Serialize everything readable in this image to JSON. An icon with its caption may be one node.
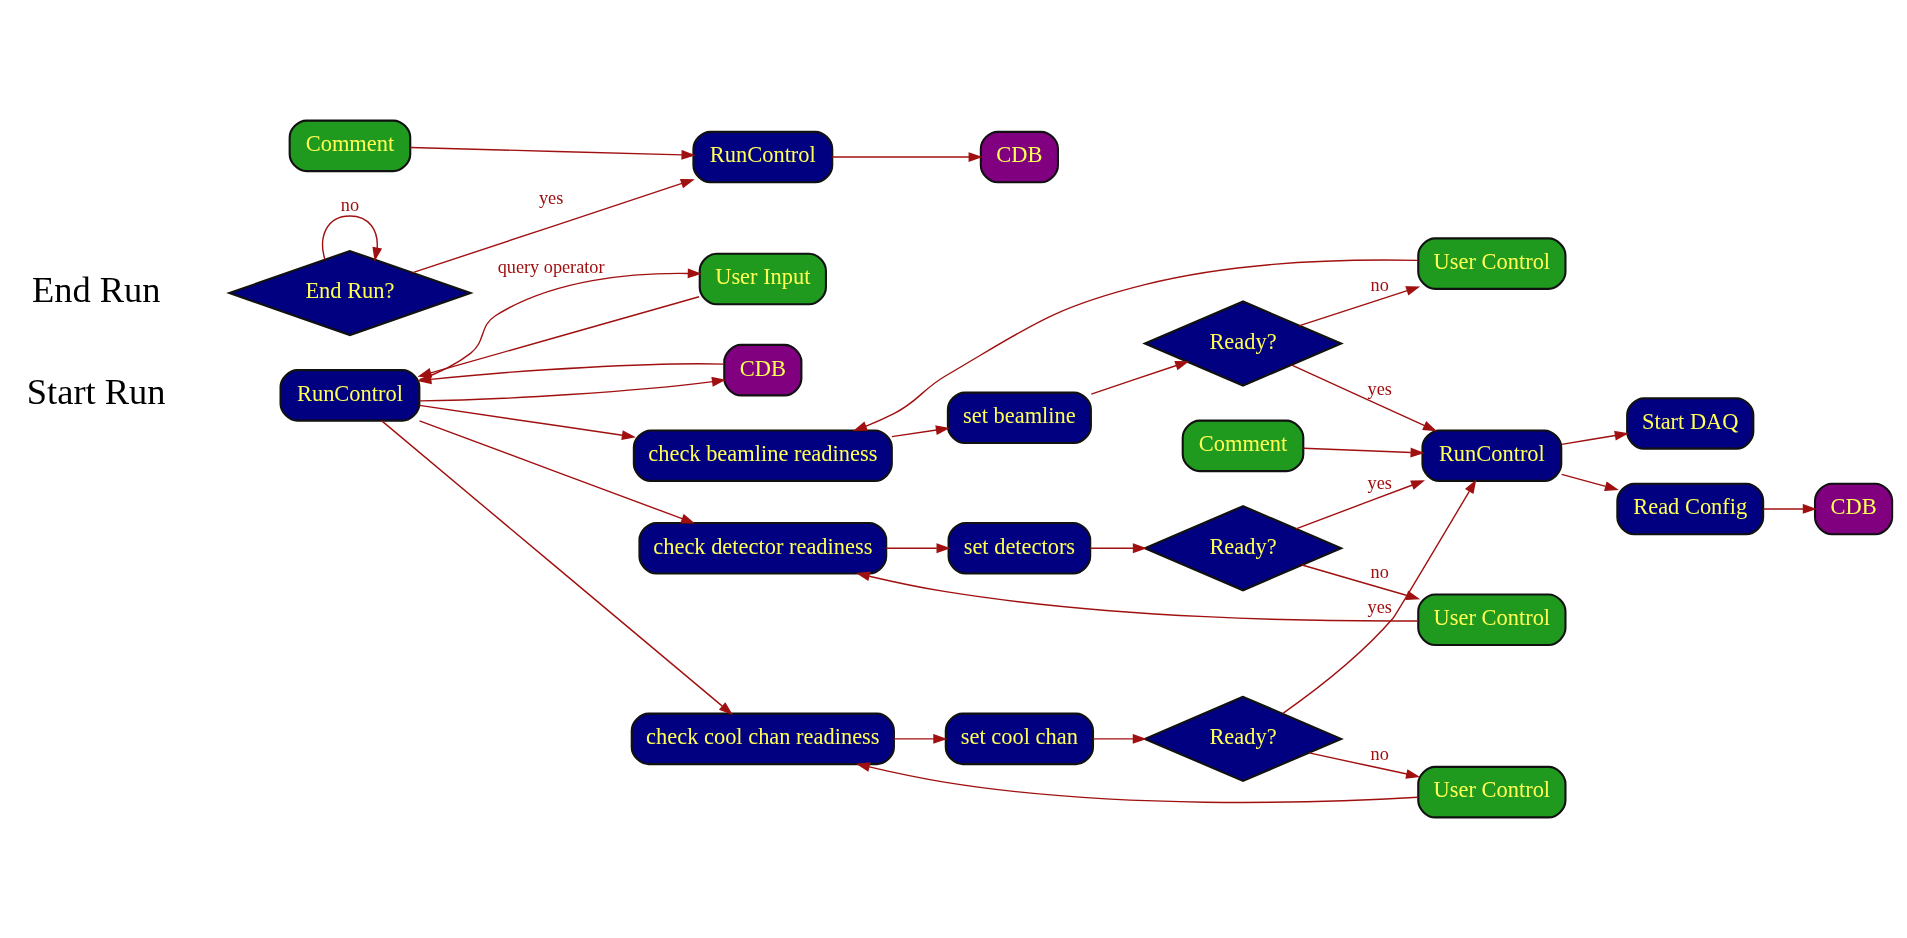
{
  "diagram": {
    "nodes": [
      {
        "text": [
          "RunControl"
        ]
      },
      {
        "text": [
          "User Input"
        ]
      },
      {
        "text": [
          "CDB"
        ]
      },
      {
        "text": [
          "check beamline readiness"
        ]
      },
      {
        "text": [
          "set beamline"
        ]
      },
      {
        "text": [
          "Ready?"
        ]
      },
      {
        "text": [
          "User Control"
        ]
      },
      {
        "text": [
          "check detector readiness"
        ]
      },
      {
        "text": [
          "set detectors"
        ]
      },
      {
        "text": [
          "Ready?"
        ]
      },
      {
        "text": [
          "User Control"
        ]
      },
      {
        "text": [
          "check cool chan readiness"
        ]
      },
      {
        "text": [
          "set cool chan"
        ]
      },
      {
        "text": [
          "Ready?"
        ]
      },
      {
        "text": [
          "User Control"
        ]
      },
      {
        "text": [
          "Comment"
        ]
      },
      {
        "text": [
          "RunControl"
        ]
      },
      {
        "text": [
          "Start DAQ"
        ]
      },
      {
        "text": [
          "Read Config"
        ]
      },
      {
        "text": [
          "CDB"
        ]
      },
      {
        "text": [
          "End Run?"
        ]
      },
      {
        "text": [
          "RunControl"
        ]
      },
      {
        "text": [
          "CDB"
        ]
      },
      {
        "text": [
          "Comment"
        ]
      }
    ],
    "edges": [
      {
        "from": 0,
        "to": 1,
        "arrow": "to",
        "label": "query operator"
      },
      {
        "from": 1,
        "to": 0,
        "arrow": "to"
      },
      {
        "from": 0,
        "to": 2,
        "arrow": "to"
      },
      {
        "from": 2,
        "to": 0,
        "arrow": "to"
      },
      {
        "from": 0,
        "to": 3,
        "arrow": "to"
      },
      {
        "from": 0,
        "to": 7,
        "arrow": "to"
      },
      {
        "from": 0,
        "to": 11,
        "arrow": "to"
      },
      {
        "from": 3,
        "to": 4,
        "arrow": "to"
      },
      {
        "from": 4,
        "to": 5,
        "arrow": "to"
      },
      {
        "from": 5,
        "to": 6,
        "arrow": "to",
        "label": "no"
      },
      {
        "from": 6,
        "to": 3,
        "arrow": "to"
      },
      {
        "from": 7,
        "to": 8,
        "arrow": "to"
      },
      {
        "from": 8,
        "to": 9,
        "arrow": "to"
      },
      {
        "from": 9,
        "to": 10,
        "arrow": "to",
        "label": "no"
      },
      {
        "from": 10,
        "to": 7,
        "arrow": "to"
      },
      {
        "from": 11,
        "to": 12,
        "arrow": "to"
      },
      {
        "from": 12,
        "to": 13,
        "arrow": "to"
      },
      {
        "from": 13,
        "to": 14,
        "arrow": "to",
        "label": "no"
      },
      {
        "from": 14,
        "to": 11,
        "arrow": "to"
      },
      {
        "from": 5,
        "to": 16,
        "arrow": "to",
        "label": "yes"
      },
      {
        "from": 9,
        "to": 16,
        "arrow": "to",
        "label": "yes"
      },
      {
        "from": 13,
        "to": 16,
        "arrow": "to",
        "label": "yes"
      },
      {
        "from": 15,
        "to": 16,
        "arrow": "to"
      },
      {
        "from": 16,
        "to": 17,
        "arrow": "to"
      },
      {
        "from": 16,
        "to": 18,
        "arrow": "to"
      },
      {
        "from": 18,
        "to": 19,
        "arrow": "to"
      },
      {
        "from": 20,
        "to": 21,
        "arrow": "to",
        "label": "yes"
      },
      {
        "from": 20,
        "to": 20,
        "arrow": "to",
        "label": "no"
      },
      {
        "from": 21,
        "to": 22,
        "arrow": "to"
      },
      {
        "from": 23,
        "to": 21,
        "arrow": "to"
      }
    ],
    "labels": [
      "Start Run",
      "End Run"
    ]
  }
}
